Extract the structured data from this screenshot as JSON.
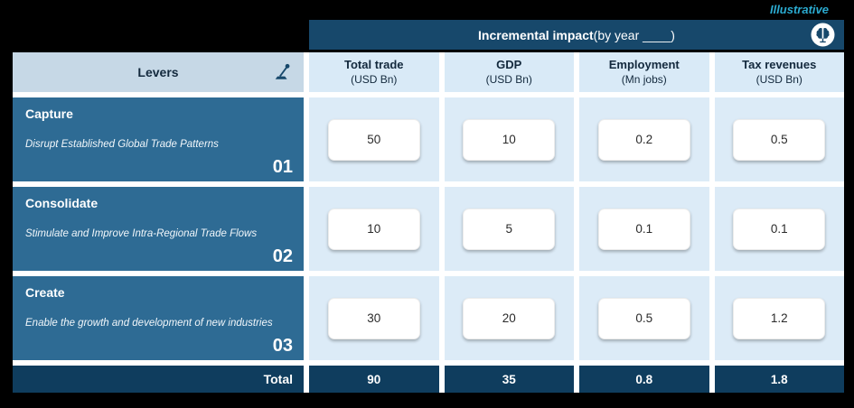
{
  "labels": {
    "illustrative": "Illustrative"
  },
  "header": {
    "title_bold": "Incremental impact",
    "title_rest": " (by year ____)"
  },
  "levers_header": {
    "label": "Levers"
  },
  "columns": [
    {
      "title": "Total trade",
      "unit": "(USD Bn)"
    },
    {
      "title": "GDP",
      "unit": "(USD Bn)"
    },
    {
      "title": "Employment",
      "unit": "(Mn jobs)"
    },
    {
      "title": "Tax revenues",
      "unit": "(USD Bn)"
    }
  ],
  "rows": [
    {
      "title": "Capture",
      "description": "Disrupt Established Global Trade Patterns",
      "number": "01",
      "values": [
        "50",
        "10",
        "0.2",
        "0.5"
      ]
    },
    {
      "title": "Consolidate",
      "description": "Stimulate and Improve Intra-Regional Trade Flows",
      "number": "02",
      "values": [
        "10",
        "5",
        "0.1",
        "0.1"
      ]
    },
    {
      "title": "Create",
      "description": "Enable the growth and development of new industries",
      "number": "03",
      "values": [
        "30",
        "20",
        "0.5",
        "1.2"
      ]
    }
  ],
  "total": {
    "label": "Total",
    "values": [
      "90",
      "35",
      "0.8",
      "1.8"
    ]
  },
  "colors": {
    "header_navy": "#17486B",
    "lever_blue": "#2E6B94",
    "total_navy": "#0F3D5E",
    "cell_light_blue": "#DCEBF7",
    "column_header_blue": "#D9EAF7",
    "levers_header_blue": "#C6D8E6",
    "illustrative_cyan": "#2BABD1"
  }
}
